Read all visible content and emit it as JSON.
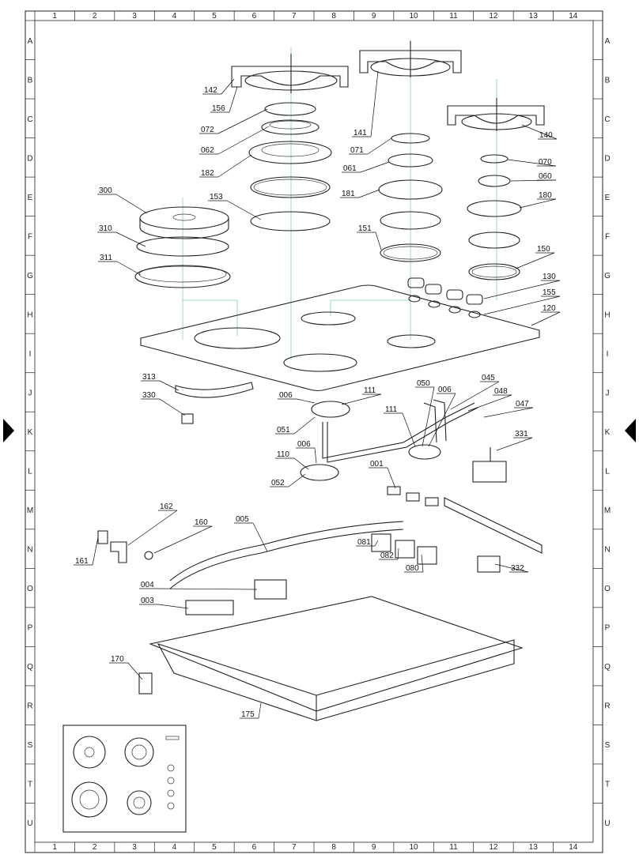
{
  "grid": {
    "columns": [
      "1",
      "2",
      "3",
      "4",
      "5",
      "6",
      "7",
      "8",
      "9",
      "10",
      "11",
      "12",
      "13",
      "14"
    ],
    "rows": [
      "A",
      "B",
      "C",
      "D",
      "E",
      "F",
      "G",
      "H",
      "I",
      "J",
      "K",
      "L",
      "M",
      "N",
      "O",
      "P",
      "Q",
      "R",
      "S",
      "T",
      "U"
    ]
  },
  "callouts": [
    {
      "id": "c142",
      "label": "142"
    },
    {
      "id": "c156",
      "label": "156"
    },
    {
      "id": "c072",
      "label": "072"
    },
    {
      "id": "c062",
      "label": "062"
    },
    {
      "id": "c182",
      "label": "182"
    },
    {
      "id": "c141",
      "label": "141"
    },
    {
      "id": "c071",
      "label": "071"
    },
    {
      "id": "c061",
      "label": "061"
    },
    {
      "id": "c181",
      "label": "181"
    },
    {
      "id": "c151",
      "label": "151"
    },
    {
      "id": "c140",
      "label": "140"
    },
    {
      "id": "c070",
      "label": "070"
    },
    {
      "id": "c060",
      "label": "060"
    },
    {
      "id": "c180",
      "label": "180"
    },
    {
      "id": "c150",
      "label": "150"
    },
    {
      "id": "c130",
      "label": "130"
    },
    {
      "id": "c155",
      "label": "155"
    },
    {
      "id": "c120",
      "label": "120"
    },
    {
      "id": "c300",
      "label": "300"
    },
    {
      "id": "c153",
      "label": "153"
    },
    {
      "id": "c310",
      "label": "310"
    },
    {
      "id": "c311",
      "label": "311"
    },
    {
      "id": "c313",
      "label": "313"
    },
    {
      "id": "c330",
      "label": "330"
    },
    {
      "id": "c006a",
      "label": "006"
    },
    {
      "id": "c111a",
      "label": "111"
    },
    {
      "id": "c051",
      "label": "051"
    },
    {
      "id": "c050",
      "label": "050"
    },
    {
      "id": "c006b",
      "label": "006"
    },
    {
      "id": "c045",
      "label": "045"
    },
    {
      "id": "c048",
      "label": "048"
    },
    {
      "id": "c047",
      "label": "047"
    },
    {
      "id": "c111b",
      "label": "111"
    },
    {
      "id": "c331",
      "label": "331"
    },
    {
      "id": "c006c",
      "label": "006"
    },
    {
      "id": "c110",
      "label": "110"
    },
    {
      "id": "c052",
      "label": "052"
    },
    {
      "id": "c001",
      "label": "001"
    },
    {
      "id": "c162",
      "label": "162"
    },
    {
      "id": "c160",
      "label": "160"
    },
    {
      "id": "c005",
      "label": "005"
    },
    {
      "id": "c161",
      "label": "161"
    },
    {
      "id": "c081",
      "label": "081"
    },
    {
      "id": "c082",
      "label": "082"
    },
    {
      "id": "c080",
      "label": "080"
    },
    {
      "id": "c332",
      "label": "332"
    },
    {
      "id": "c004",
      "label": "004"
    },
    {
      "id": "c003",
      "label": "003"
    },
    {
      "id": "c170",
      "label": "170"
    },
    {
      "id": "c175",
      "label": "175"
    }
  ]
}
